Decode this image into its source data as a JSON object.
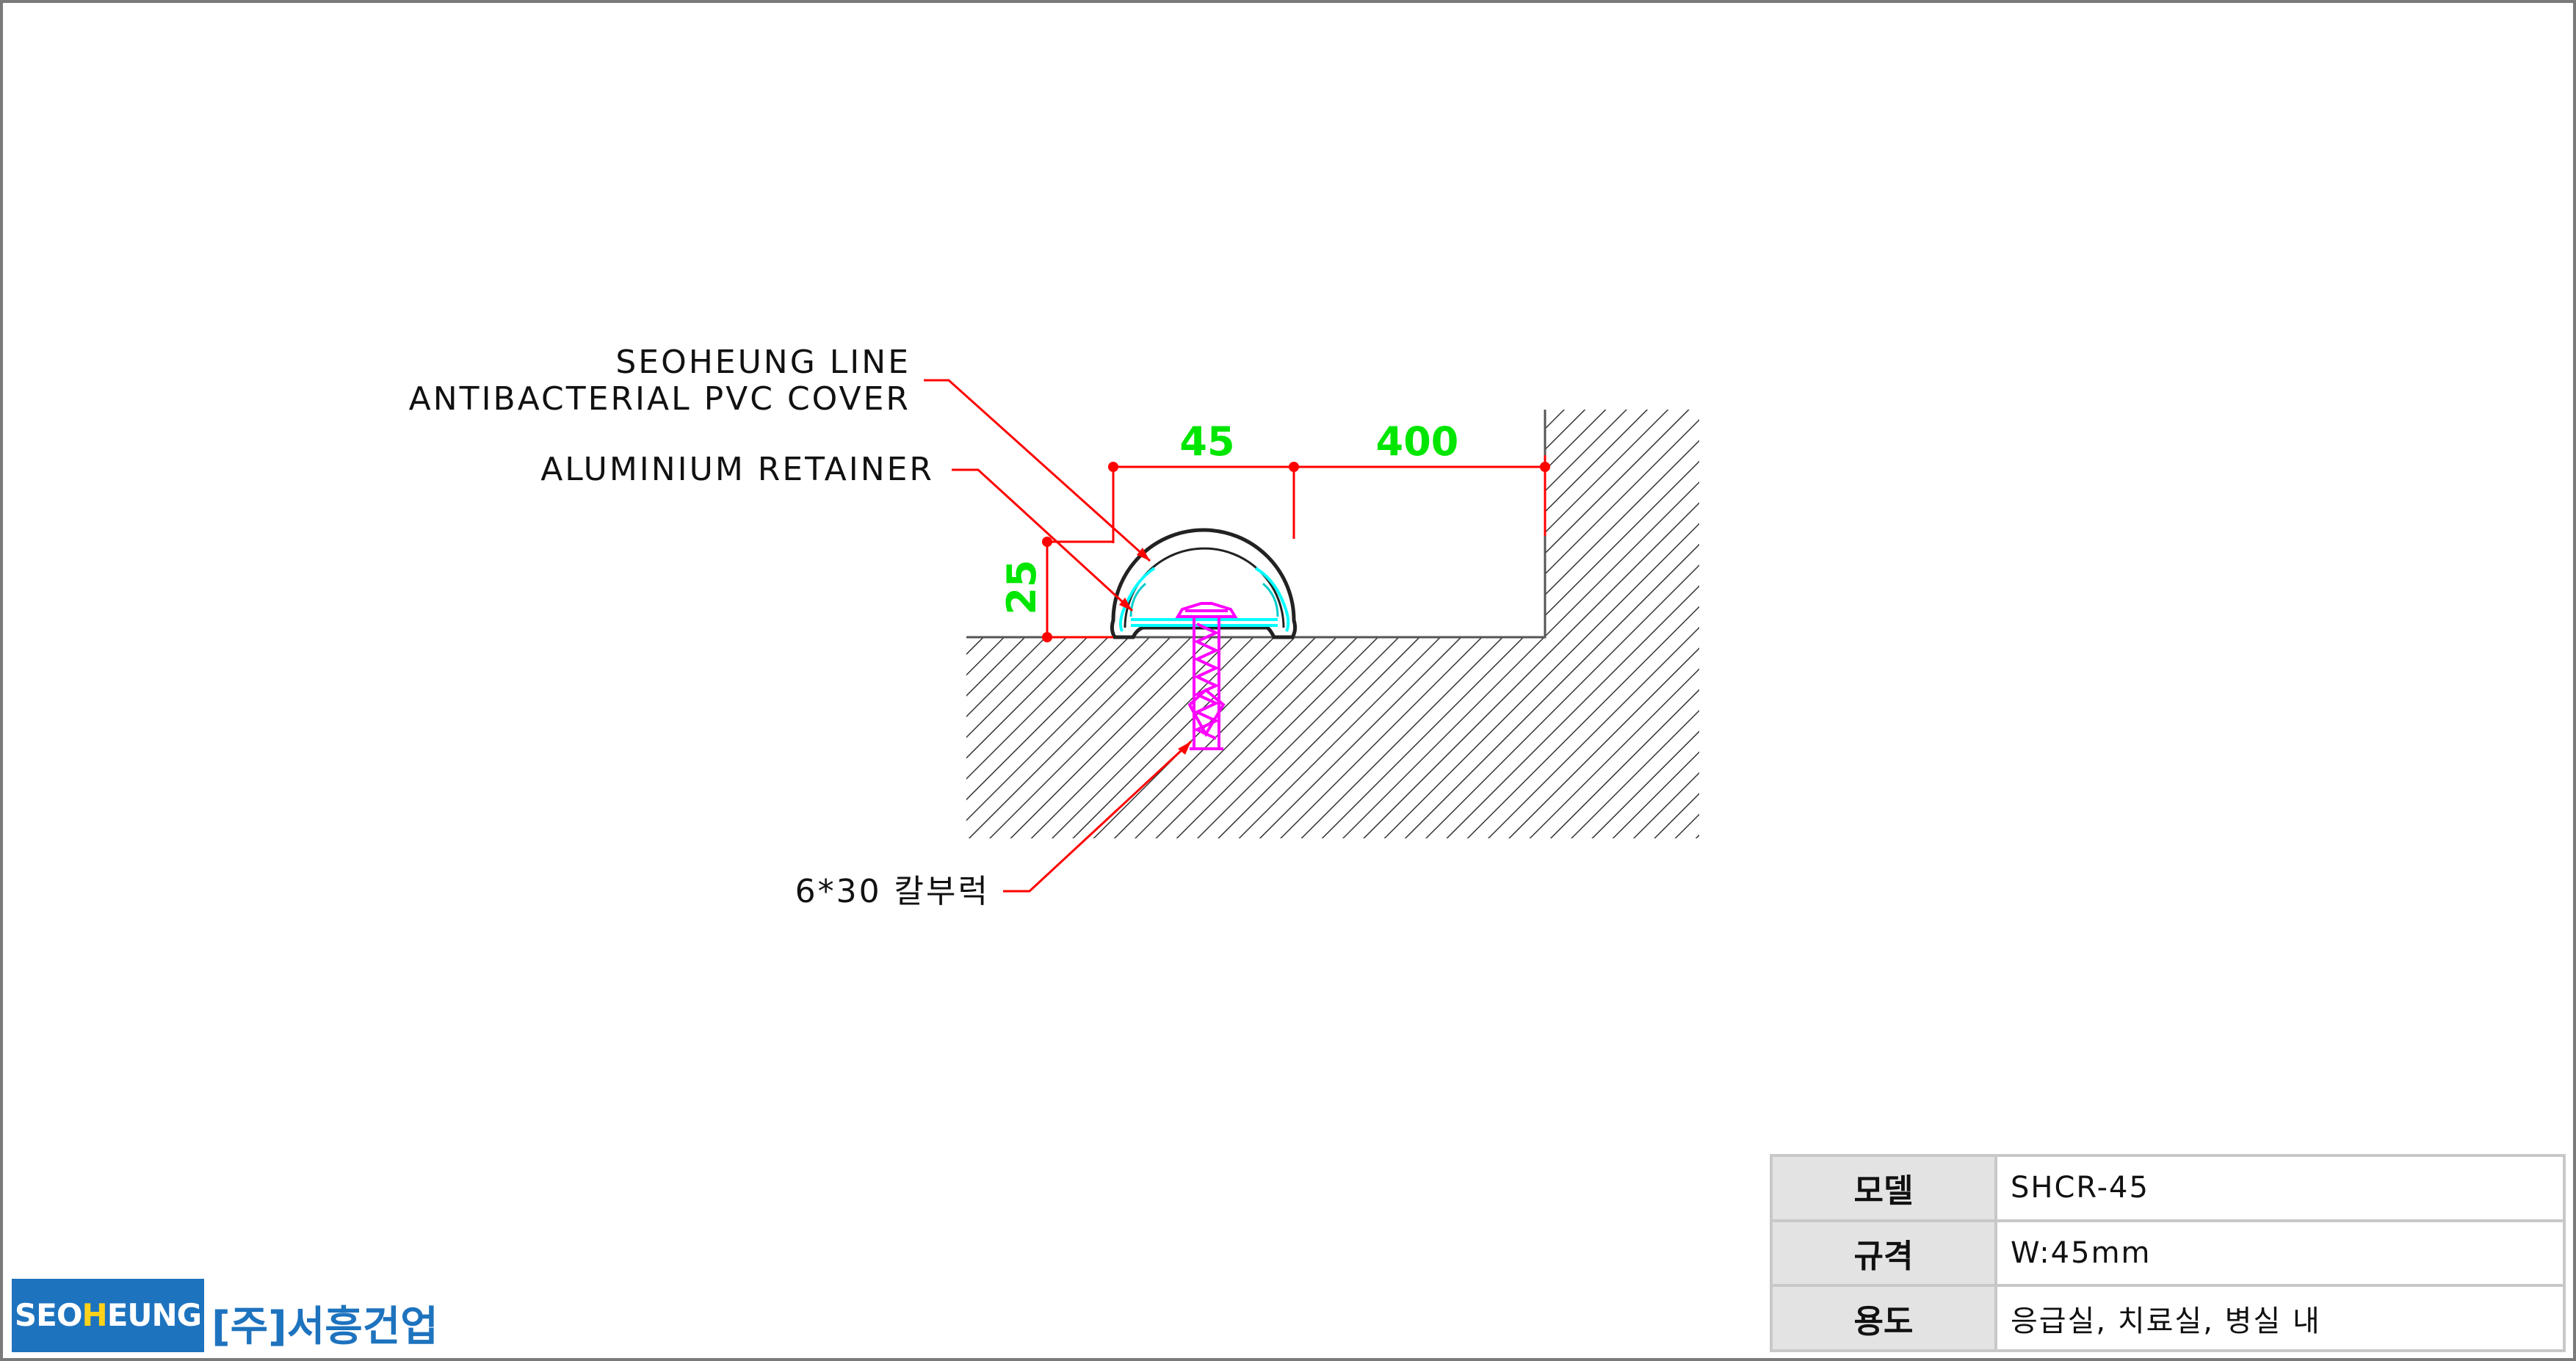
{
  "drawing": {
    "callouts": {
      "cover_line1": "SEOHEUNG LINE",
      "cover_line2": "ANTIBACTERIAL PVC COVER",
      "retainer": "ALUMINIUM RETAINER",
      "anchor": "6*30 칼부럭"
    },
    "dimensions": {
      "width": "45",
      "offset": "400",
      "height": "25"
    }
  },
  "spec_table": {
    "rows": [
      {
        "key": "모델",
        "value": "SHCR-45"
      },
      {
        "key": "규격",
        "value": "W:45mm"
      },
      {
        "key": "용도",
        "value": "응급실, 치료실, 병실 내"
      }
    ]
  },
  "logo": {
    "brand_pre": "SEO",
    "brand_accent": "H",
    "brand_post": "EUNG",
    "company_name": "[주]서흥건업"
  },
  "colors": {
    "leader": "#ff0000",
    "dimension_text": "#00e600",
    "retainer": "#00ffff",
    "screw": "#ff00ff",
    "logo_blue": "#1e73be",
    "logo_accent": "#ffd21a"
  }
}
